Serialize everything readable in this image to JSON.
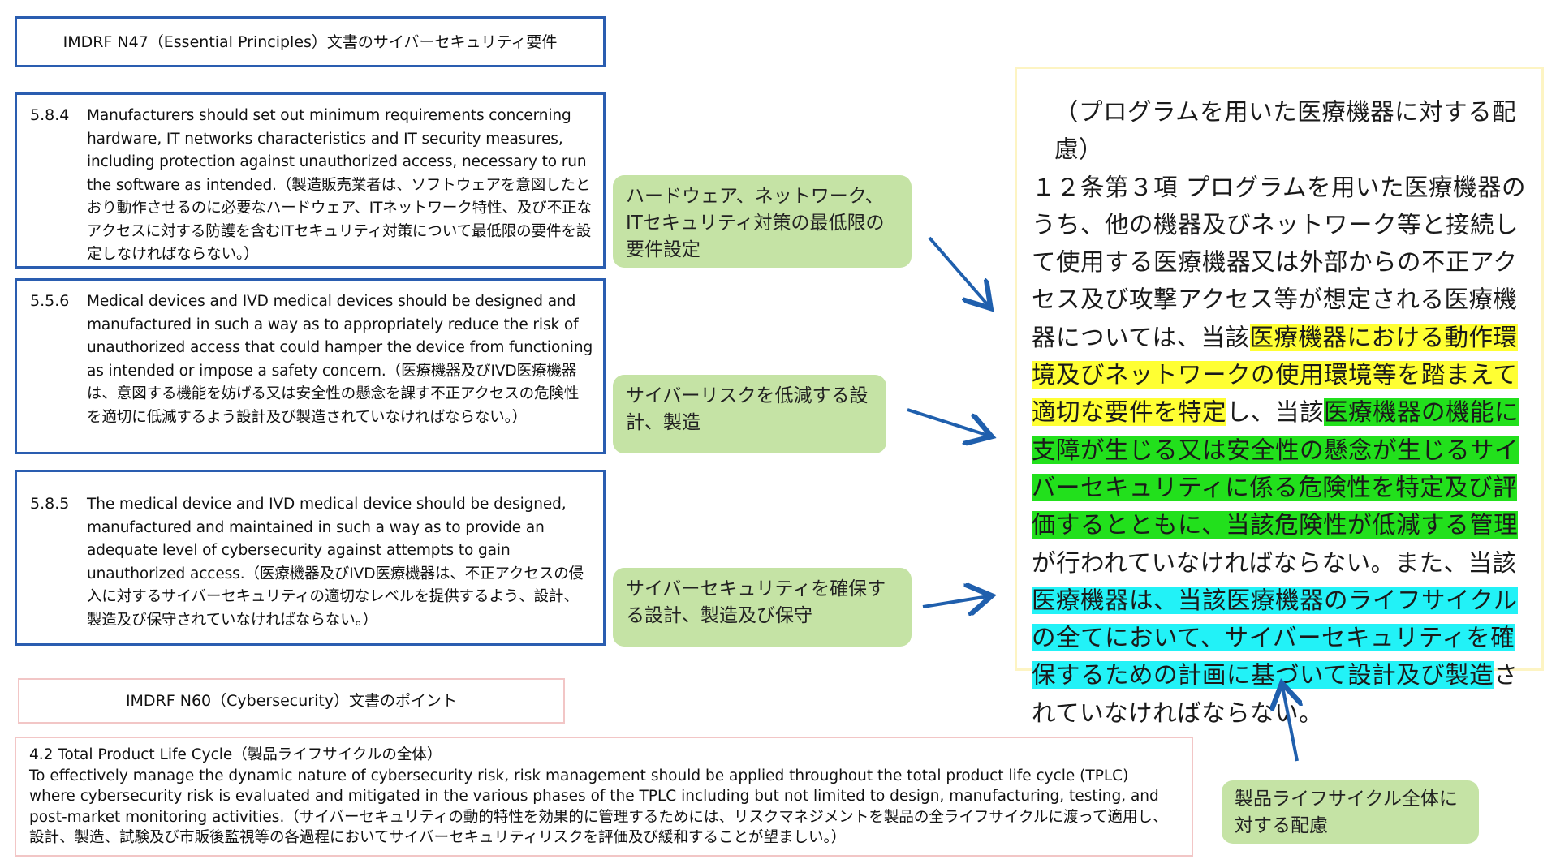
{
  "n47_title": "IMDRF N47（Essential Principles）文書のサイバーセキュリティ要件",
  "requirements": [
    {
      "number": "5.8.4",
      "text": "Manufacturers should set out minimum requirements concerning hardware, IT networks characteristics and IT security measures, including protection against unauthorized access, necessary to run the software as intended.（製造販売業者は、ソフトウェアを意図したとおり動作させるのに必要なハードウェア、ITネットワーク特性、及び不正なアクセスに対する防護を含むITセキュリティ対策について最低限の要件を設定しなければならない。）"
    },
    {
      "number": "5.5.6",
      "text": "Medical devices and IVD medical devices should be designed and manufactured in such a way as to appropriately reduce the risk of unauthorized access that could hamper the device from functioning as intended or impose a safety concern.（医療機器及びIVD医療機器は、意図する機能を妨げる又は安全性の懸念を課す不正アクセスの危険性を適切に低減するよう設計及び製造されていなければならない。）"
    },
    {
      "number": "5.8.5",
      "text": "The medical device and IVD medical device should be designed, manufactured and maintained in such a way as to provide an adequate level of cybersecurity against attempts to gain unauthorized access.（医療機器及びIVD医療機器は、不正アクセスの侵入に対するサイバーセキュリティの適切なレベルを提供するよう、設計、製造及び保守されていなければならない。）"
    }
  ],
  "labels": {
    "hardware": "ハードウェア、ネットワーク、ITセキュリティ対策の最低限の要件設定",
    "risk": "サイバーリスクを低減する設計、製造",
    "security": "サイバーセキュリティを確保する設計、製造及び保守",
    "lifecycle": "製品ライフサイクル全体に対する配慮"
  },
  "regulation": {
    "heading": "（プログラムを用いた医療機器に対する配慮）",
    "p1": "１２条第３項 プログラムを用いた医療機器のうち、他の機器及びネットワーク等と接続して使用する医療機器又は外部からの不正アクセス及び攻撃アクセス等が想定される医療機器については、当該",
    "h_yellow": "医療機器における動作環境及びネットワークの使用環境等を踏まえて適切な要件を特定",
    "p2": "し、当該",
    "h_green": "医療機器の機能に支障が生じる又は安全性の懸念が生じるサイバーセキュリティに係る危険性を特定及び評価するとともに、当該危険性が低減する管理",
    "p3": "が行われていなければならない。また、当該",
    "h_cyan": "医療機器は、当該医療機器のライフサイクルの全てにおいて、サイバーセキュリティを確保するための計画に基づいて設計及び製造",
    "p4": "されていなければならない。"
  },
  "n60_title": "IMDRF N60（Cybersecurity）文書のポイント",
  "tplc": {
    "heading": "4.2 Total Product Life Cycle（製品ライフサイクルの全体）",
    "body": "To effectively manage the dynamic nature of cybersecurity risk, risk management should be applied throughout the total product life cycle (TPLC) where cybersecurity risk is evaluated and mitigated in the various phases of the TPLC including but not limited to design, manufacturing, testing, and post-market monitoring activities.（サイバーセキュリティの動的特性を効果的に管理するためには、リスクマネジメントを製品の全ライフサイクルに渡って適用し、設計、製造、試験及び市販後監視等の各過程においてサイバーセキュリティリスクを評価及び緩和することが望ましい。）"
  },
  "colors": {
    "box_border": "#2a5db0",
    "label_fill": "#c5e3a5",
    "arrow": "#1f5fad",
    "highlight_yellow": "#ffff33",
    "highlight_green": "#22e01c",
    "highlight_cyan": "#22f2f7"
  }
}
